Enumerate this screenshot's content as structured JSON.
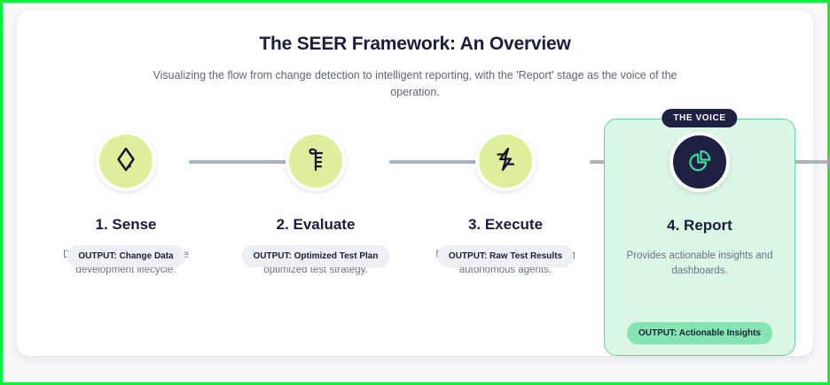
{
  "header": {
    "title": "The SEER Framework: An Overview",
    "subtitle": "Visualizing the flow from change detection to intelligent reporting, with the 'Report' stage as the voice of the operation."
  },
  "theme": {
    "accent_green": "#12f036",
    "node_green": "#dcf09b",
    "node_dark": "#1e2044",
    "highlight_bg": "#dcf6e6",
    "highlight_border": "#63d69f",
    "badge_gray": "#eef0f5",
    "badge_green": "#86e3b2",
    "connector_gray": "#aab0bf",
    "text_dark": "#1b1d3a",
    "text_muted": "#6a7182"
  },
  "highlight_badge": "THE VOICE",
  "steps": [
    {
      "title": "1. Sense",
      "description": "Detects changes across the development lifecycle.",
      "output": "OUTPUT: Change Data",
      "icon": "diamond-sensor-icon"
    },
    {
      "title": "2. Evaluate",
      "description": "Analyzes impact and creates an optimized test strategy.",
      "output": "OUTPUT: Optimized Test Plan",
      "icon": "ruler-gauge-icon"
    },
    {
      "title": "3. Execute",
      "description": "Runs the prioritized tests using autonomous agents.",
      "output": "OUTPUT: Raw Test Results",
      "icon": "lightning-bolt-icon"
    },
    {
      "title": "4. Report",
      "description": "Provides actionable insights and dashboards.",
      "output": "OUTPUT: Actionable Insights",
      "icon": "pie-chart-icon"
    }
  ]
}
